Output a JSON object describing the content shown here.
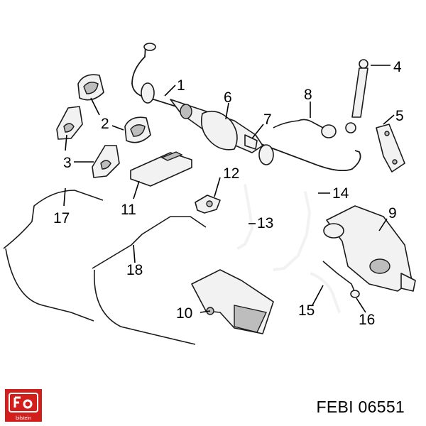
{
  "labels": {
    "l1": "1",
    "l2": "2",
    "l3": "3",
    "l4": "4",
    "l5": "5",
    "l6": "6",
    "l7": "7",
    "l8": "8",
    "l9": "9",
    "l10": "10",
    "l11": "11",
    "l12": "12",
    "l13": "13",
    "l14": "14",
    "l15": "15",
    "l16": "16",
    "l17": "17",
    "l18": "18"
  },
  "logo": {
    "text": "bilstein",
    "name": "febi-logo"
  },
  "part_code": "FEBI 06551",
  "colors": {
    "logo_red": "#d21f1b",
    "line": "#1a1a1a"
  }
}
